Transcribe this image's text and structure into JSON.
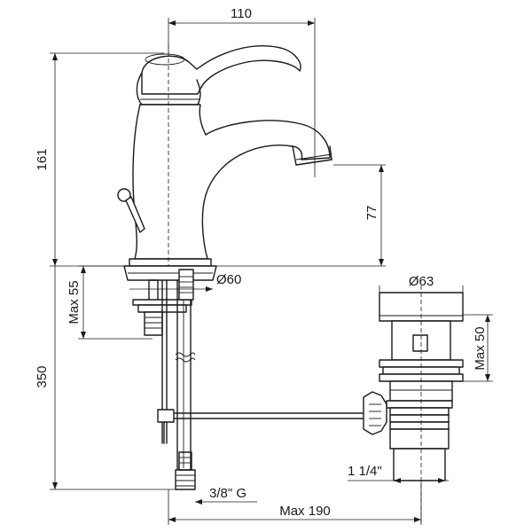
{
  "dimensions": {
    "width_top": "110",
    "height_total": "161",
    "spout_height": "77",
    "base_diameter": "Ø60",
    "max_thickness": "Max 55",
    "length_350": "350",
    "drain_diameter": "Ø63",
    "drain_max": "Max 50",
    "drain_thread": "1 1/4\"",
    "inlet_thread": "3/8\" G",
    "max_reach": "Max 190"
  }
}
